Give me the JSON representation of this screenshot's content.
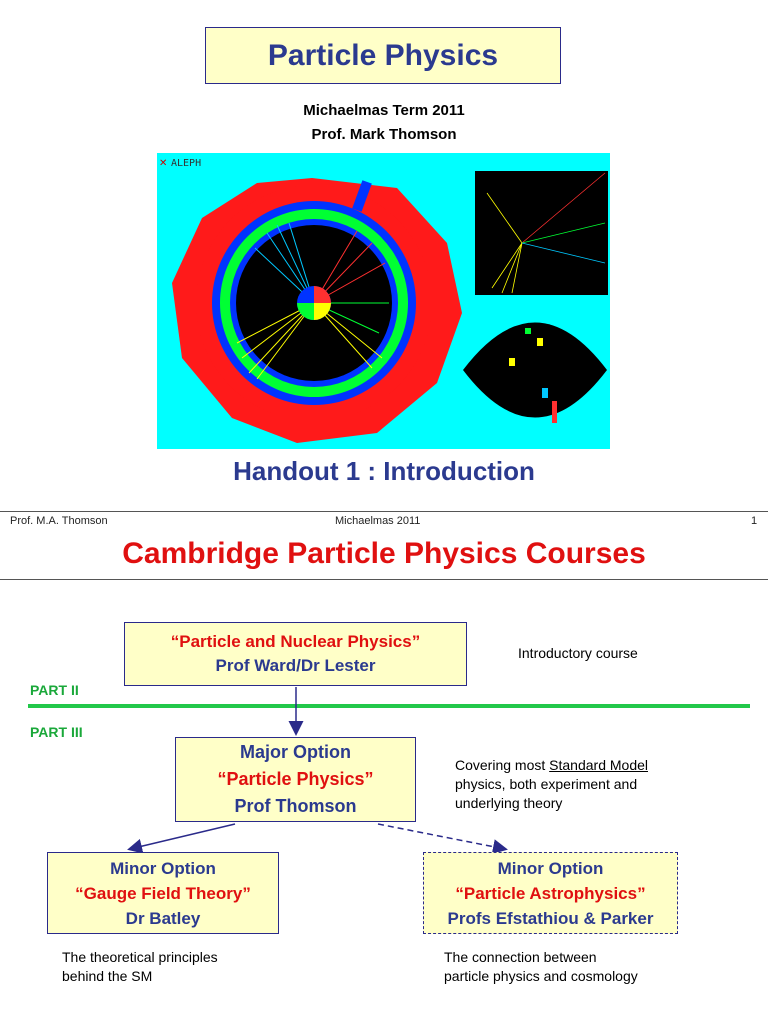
{
  "slide1": {
    "title": "Particle Physics",
    "term": "Michaelmas Term 2011",
    "professor": "Prof. Mark Thomson",
    "event_display_label": "ALEPH",
    "handout": "Handout 1 : Introduction"
  },
  "footer": {
    "author": "Prof. M.A. Thomson",
    "term": "Michaelmas 2011",
    "page": "1"
  },
  "slide2": {
    "title": "Cambridge Particle Physics Courses",
    "part2_label": "PART  II",
    "part3_label": "PART III",
    "pnp": {
      "title": "“Particle and Nuclear Physics”",
      "lecturers": "Prof Ward/Dr Lester"
    },
    "intro_note": "Introductory course",
    "major": {
      "heading": "Major Option",
      "title": "“Particle Physics”",
      "lecturer": "Prof Thomson"
    },
    "major_note": {
      "pre": "Covering most ",
      "underlined": "Standard Model",
      "line1_rest": "",
      "line2": "physics, both experiment and",
      "line3": "underlying theory"
    },
    "gauge": {
      "heading": "Minor Option",
      "title": "“Gauge Field Theory”",
      "lecturer": "Dr Batley"
    },
    "gauge_note": {
      "line1": "The theoretical principles",
      "line2": "behind the SM"
    },
    "astro": {
      "heading": "Minor Option",
      "title": "“Particle Astrophysics”",
      "lecturers": "Profs Efstathiou & Parker"
    },
    "astro_note": {
      "line1": "The connection between",
      "line2": "particle physics and cosmology"
    }
  },
  "colors": {
    "title_blue": "#2b3a8f",
    "title_red": "#e01010",
    "box_fill": "#ffffc8",
    "part_green": "#1aa83a"
  }
}
